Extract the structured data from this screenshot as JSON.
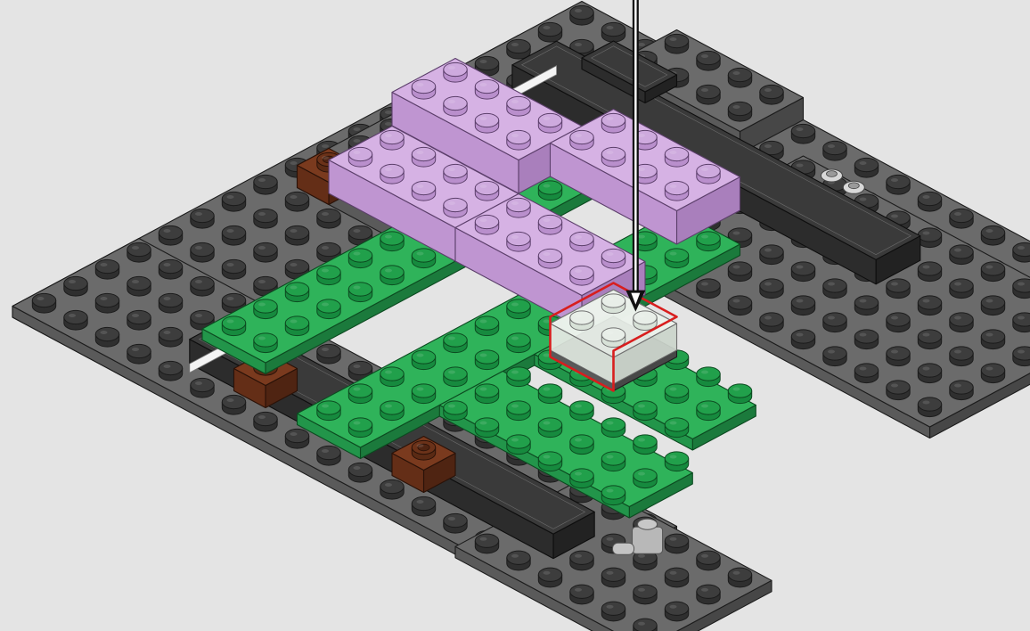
{
  "canvas": {
    "background": "#e4e4e4"
  },
  "palette": {
    "dark_gray": {
      "top": "#6b6b6b",
      "left": "#5a5a5a",
      "right": "#474747",
      "stud": "#2f2f2f",
      "stud_top": "#3d3d3d",
      "edge": "#1c1c1c"
    },
    "black": {
      "top": "#3a3a3a",
      "left": "#2c2c2c",
      "right": "#222222",
      "stud": "#1d1d1d",
      "stud_top": "#2a2a2a",
      "edge": "#0e0e0e"
    },
    "green": {
      "top": "#2fb35a",
      "left": "#22954a",
      "right": "#1b7a3c",
      "stud": "#168a3e",
      "stud_top": "#21a04b",
      "edge": "#0c4a20"
    },
    "lavender": {
      "top": "#d6b2e4",
      "left": "#bf95d1",
      "right": "#a97fbc",
      "stud": "#b98fcc",
      "stud_top": "#ceaade",
      "edge": "#5c3f6b"
    },
    "brown": {
      "top": "#7a3a1e",
      "left": "#642e17",
      "right": "#4f2412",
      "stud": "#5a2a14",
      "stud_top": "#6b3219",
      "edge": "#2a1208"
    },
    "white": {
      "top": "#f2f2f2",
      "left": "#dcdcdc",
      "right": "#c8c8c8",
      "stud": "#e0e0e0",
      "stud_top": "#ededed",
      "edge": "#808080"
    },
    "light_gray": {
      "top": "#b8b8b8",
      "left": "#a3a3a3",
      "right": "#8e8e8e",
      "stud": "#a0a0a0",
      "stud_top": "#b0b0b0",
      "edge": "#555555"
    },
    "trans_clear": {
      "top": "#ecf2ec",
      "left": "#dde6dd",
      "right": "#cdd6cd",
      "stud": "#d8e2d8",
      "stud_top": "#e8eee8",
      "edge": "#707070"
    }
  },
  "callout": {
    "highlight_color": "#d81e1e",
    "arrow_color": "#111111",
    "arrow_inner": "#ffffff"
  },
  "diagram": {
    "parts": [
      {
        "name": "frame-back-plate",
        "color": "dark_gray",
        "kind": "plate"
      },
      {
        "name": "frame-right-plate",
        "color": "dark_gray",
        "kind": "plate"
      },
      {
        "name": "frame-left-plate",
        "color": "dark_gray",
        "kind": "plate"
      },
      {
        "name": "frame-front-plate",
        "color": "dark_gray",
        "kind": "plate"
      },
      {
        "name": "back-tile",
        "color": "black",
        "kind": "tile"
      },
      {
        "name": "right-tile",
        "color": "black",
        "kind": "tile"
      },
      {
        "name": "left-tile",
        "color": "black",
        "kind": "tile"
      },
      {
        "name": "technic-brick",
        "color": "brown",
        "kind": "brick"
      },
      {
        "name": "green-beam",
        "color": "green",
        "kind": "plate"
      },
      {
        "name": "green-leg",
        "color": "green",
        "kind": "plate"
      },
      {
        "name": "lavender-brick",
        "color": "lavender",
        "kind": "brick"
      },
      {
        "name": "clip-part",
        "color": "light_gray",
        "kind": "element"
      },
      {
        "name": "new-clear-brick",
        "color": "trans_clear",
        "kind": "brick",
        "highlighted": true
      }
    ]
  }
}
